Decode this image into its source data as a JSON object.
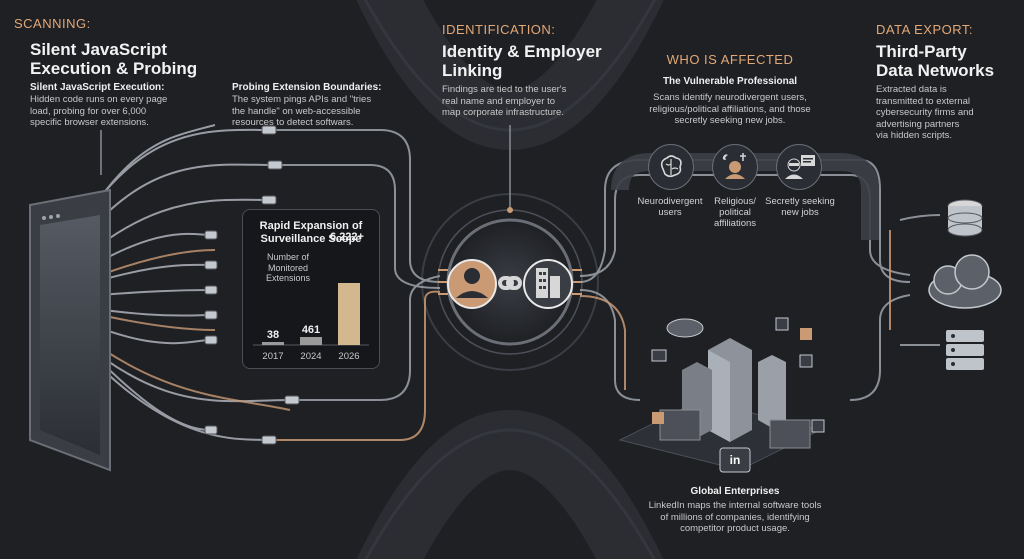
{
  "scanning": {
    "kicker": "SCANNING:",
    "title_line1": "Silent JavaScript",
    "title_line2": "Execution & Probing",
    "subhead": "Silent JavaScript Execution:",
    "body_lines": [
      "Hidden code runs on every page",
      "load, probing for over 6,000",
      "specific browser extensions."
    ]
  },
  "probing": {
    "subhead": "Probing Extension Boundaries:",
    "body_lines": [
      "The system pings APIs and \"tries",
      "the handle\" on web-accessible",
      "resources to detect softwars."
    ]
  },
  "identification": {
    "kicker": "IDENTIFICATION:",
    "title_line1": "Identity & Employer",
    "title_line2": "Linking",
    "body_lines": [
      "Findings are tied to the user's",
      "real name and employer to",
      "map corporate infrastructure."
    ]
  },
  "affected": {
    "kicker": "WHO IS AFFECTED",
    "subhead": "The Vulnerable Professional",
    "body_lines": [
      "Scans identify neurodivergent users,",
      "religious/political affiliations, and those",
      "secretly seeking new jobs."
    ],
    "groups": [
      {
        "icon": "brain-icon",
        "lines": [
          "Neurodivergent",
          "users"
        ]
      },
      {
        "icon": "religious-symbols-icon",
        "lines": [
          "Religious/",
          "political",
          "affiliations"
        ]
      },
      {
        "icon": "job-seeker-icon",
        "lines": [
          "Secretly seeking",
          "new jobs"
        ]
      }
    ]
  },
  "export": {
    "kicker": "DATA EXPORT:",
    "title_line1": "Third-Party",
    "title_line2": "Data Networks",
    "body_lines": [
      "Extracted data is",
      "transmitted to external",
      "cybersecurity firms and",
      "advertising partners",
      "via hidden scripts."
    ]
  },
  "enterprises": {
    "subhead": "Global Enterprises",
    "body_lines": [
      "LinkedIn maps the internal software tools",
      "of millions of companies, identifying",
      "competitor product usage."
    ],
    "logo_text": "in"
  },
  "chart_data": {
    "type": "bar",
    "title": "Rapid Expansion of Surveillance Scope",
    "ylabel": "Number of Monitored Extensions",
    "categories": [
      "2017",
      "2024",
      "2026"
    ],
    "values": [
      38,
      461,
      6222
    ],
    "value_labels": [
      "38",
      "461",
      "6,222+"
    ],
    "ylim": [
      0,
      6222
    ],
    "bar_colors": [
      "#9a9a9a",
      "#9a9a9a",
      "#d3b78f"
    ],
    "grid": false
  },
  "colors": {
    "background": "#1e2024",
    "accent": "#e3a876",
    "cable": "#c9cdd4",
    "cable_warm": "#c99a74"
  }
}
